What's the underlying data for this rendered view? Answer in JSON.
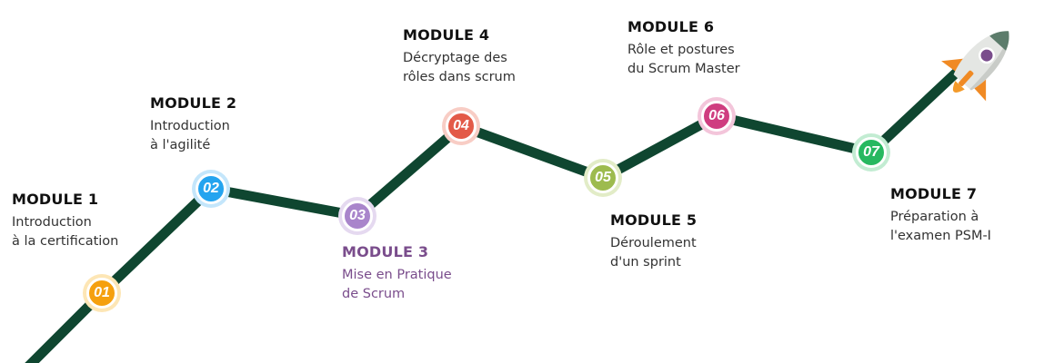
{
  "modules": [
    {
      "number": "01",
      "title": "MODULE 1",
      "description": "Introduction\nà la certification",
      "color": "#f5a00f",
      "glow": "#fde6b5"
    },
    {
      "number": "02",
      "title": "MODULE 2",
      "description": "Introduction\nà l'agilité",
      "color": "#25a4ef",
      "glow": "#c4e6fb"
    },
    {
      "number": "03",
      "title": "MODULE 3",
      "description": "Mise en Pratique\nde Scrum",
      "color": "#a985cb",
      "glow": "#e5d9f0"
    },
    {
      "number": "04",
      "title": "MODULE 4",
      "description": "Décryptage des\nrôles dans scrum",
      "color": "#e35a48",
      "glow": "#f8cdc5"
    },
    {
      "number": "05",
      "title": "MODULE 5",
      "description": "Déroulement\nd'un sprint",
      "color": "#9dbb4e",
      "glow": "#e2ecc7"
    },
    {
      "number": "06",
      "title": "MODULE 6",
      "description": "Rôle et postures\ndu Scrum Master",
      "color": "#cf3d80",
      "glow": "#f3c5da"
    },
    {
      "number": "07",
      "title": "MODULE 7",
      "description": "Préparation à\nl'examen PSM-I",
      "color": "#27b860",
      "glow": "#c2ecd2"
    }
  ],
  "colors": {
    "path": "#0f4630",
    "highlight_text": "#7a4d8c"
  },
  "icons": {
    "rocket": "rocket-icon"
  }
}
